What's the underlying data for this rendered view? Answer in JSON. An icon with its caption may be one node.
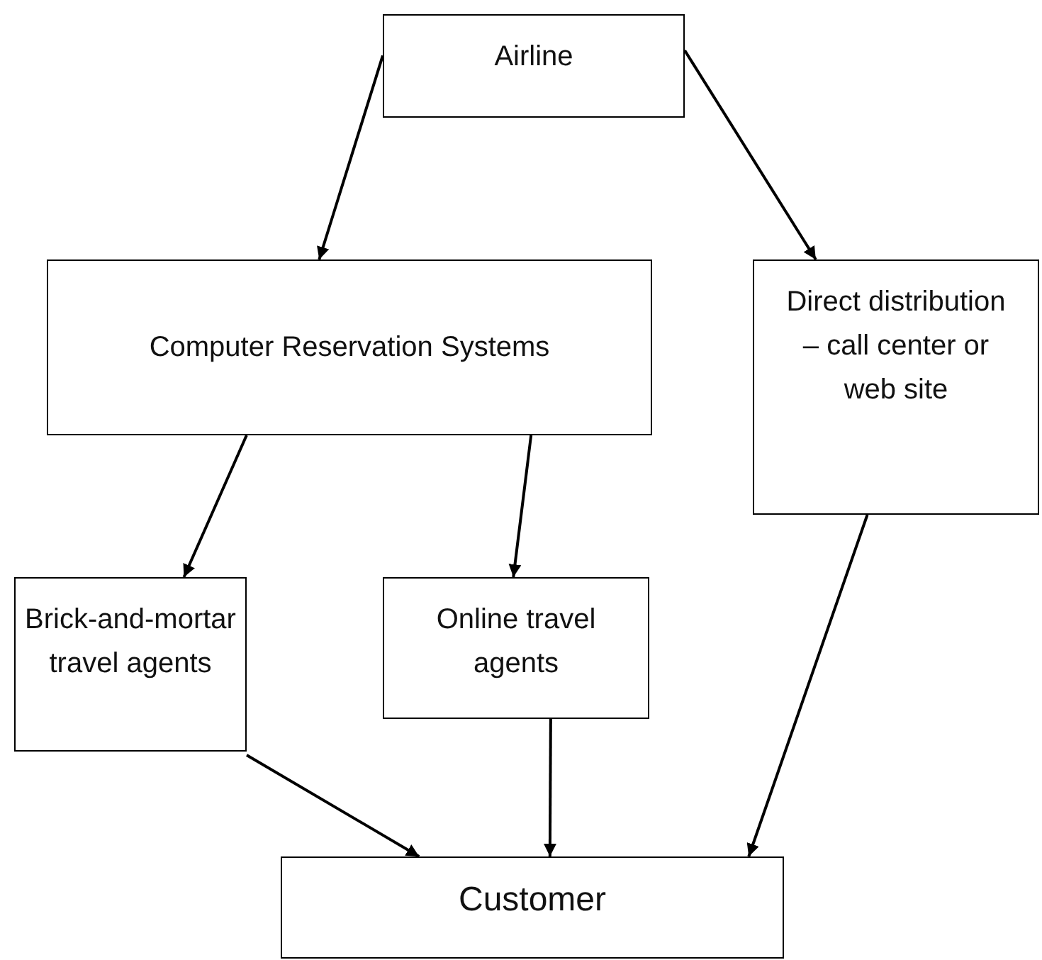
{
  "diagram": {
    "nodes": [
      {
        "text": [
          "Airline"
        ]
      },
      {
        "text": [
          "Computer Reservation Systems"
        ]
      },
      {
        "text": [
          "Direct distribution – call center or web site"
        ]
      },
      {
        "text": [
          "Brick-and-mortar travel agents"
        ]
      },
      {
        "text": [
          "Online travel agents"
        ]
      },
      {
        "text": [
          "Customer"
        ]
      }
    ],
    "edges": [
      {
        "from": 0,
        "to": 1,
        "arrow": "to"
      },
      {
        "from": 0,
        "to": 2,
        "arrow": "to"
      },
      {
        "from": 1,
        "to": 3,
        "arrow": "to"
      },
      {
        "from": 1,
        "to": 4,
        "arrow": "to"
      },
      {
        "from": 3,
        "to": 5,
        "arrow": "to"
      },
      {
        "from": 4,
        "to": 5,
        "arrow": "to"
      },
      {
        "from": 2,
        "to": 5,
        "arrow": "to"
      }
    ]
  }
}
